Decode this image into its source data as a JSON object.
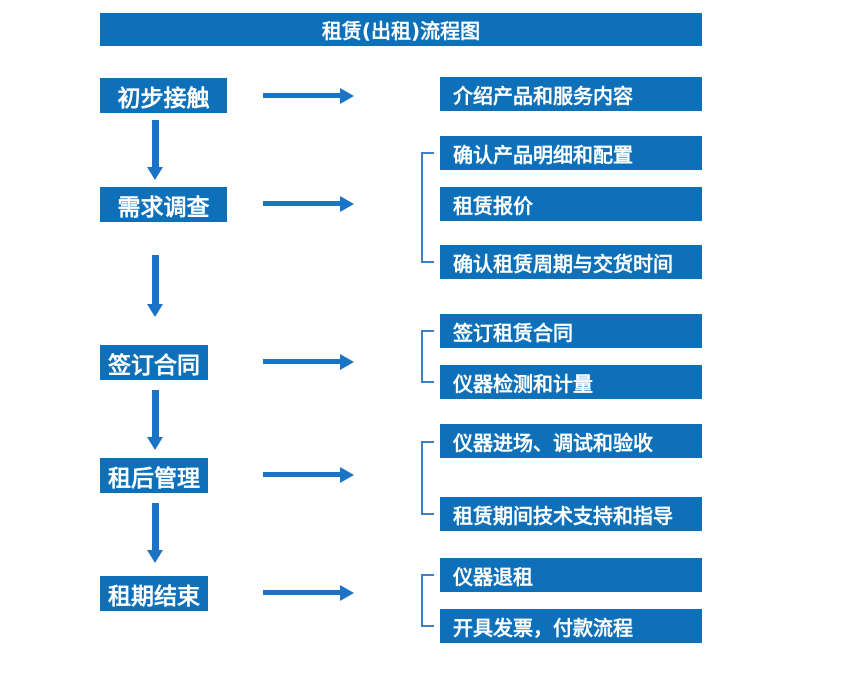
{
  "title": "租赁(出租)流程图",
  "colors": {
    "primary_blue": "#0d70b8",
    "arrow_blue": "#1a73c4",
    "bracket_blue": "#3f80c4",
    "text_white": "#ffffff",
    "background": "#ffffff"
  },
  "stages": [
    {
      "label": "初步接触",
      "outputs": [
        "介绍产品和服务内容"
      ]
    },
    {
      "label": "需求调查",
      "outputs": [
        "确认产品明细和配置",
        "租赁报价",
        "确认租赁周期与交货时间"
      ]
    },
    {
      "label": "签订合同",
      "outputs": [
        "签订租赁合同",
        "仪器检测和计量"
      ]
    },
    {
      "label": "租后管理",
      "outputs": [
        "仪器进场、调试和验收",
        "租赁期间技术支持和指导"
      ]
    },
    {
      "label": "租期结束",
      "outputs": [
        "仪器退租",
        "开具发票，付款流程"
      ]
    }
  ]
}
